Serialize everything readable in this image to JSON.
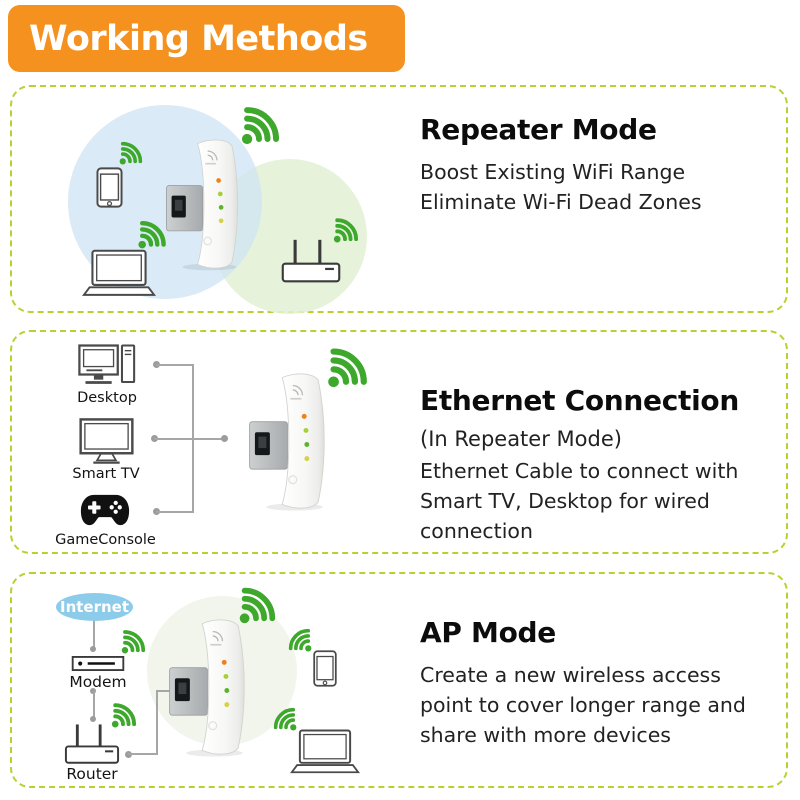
{
  "header": {
    "title": "Working Methods"
  },
  "palette": {
    "header_bg": "#F5911E",
    "dashed_border": "#BCCF31",
    "wifi_green": "#3DA82C",
    "internet_cloud_blue": "#8CCBEA",
    "heading_text": "#0C0C0C",
    "body_text": "#222222"
  },
  "icons": {
    "wifi": "wifi-signal-icon",
    "repeater": "wifi-repeater-device",
    "smartphone": "smartphone-icon",
    "laptop": "laptop-icon",
    "router": "router-icon",
    "desktop": "desktop-pc-icon",
    "smart_tv": "smart-tv-icon",
    "game_console": "game-console-icon",
    "modem": "modem-icon",
    "internet": "internet-cloud"
  },
  "repeater_mode": {
    "title": "Repeater Mode",
    "line1": "Boost Existing WiFi Range",
    "line2": "Eliminate Wi-Fi Dead Zones"
  },
  "ethernet_connection": {
    "title": "Ethernet Connection",
    "subtitle": "(In Repeater Mode)",
    "line1": "Ethernet Cable to connect with",
    "line2": "Smart TV, Desktop for wired",
    "line3": "connection",
    "labels": {
      "desktop": "Desktop",
      "smart_tv": "Smart TV",
      "game_console": "GameConsole"
    }
  },
  "ap_mode": {
    "title": "AP Mode",
    "line1": "Create a new wireless access",
    "line2": "point to cover longer range and",
    "line3": "share with more devices",
    "labels": {
      "internet": "Internet",
      "modem": "Modem",
      "router": "Router"
    }
  }
}
